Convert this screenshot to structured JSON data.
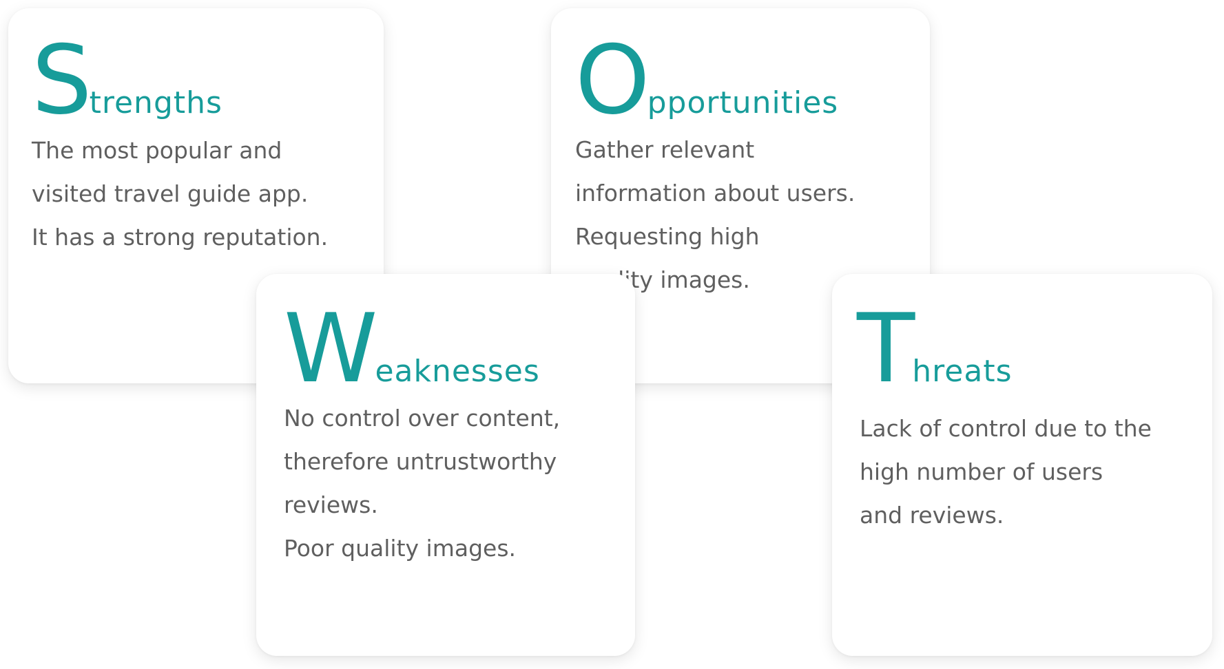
{
  "swot": {
    "strengths": {
      "initial": "S",
      "rest": "trengths",
      "lines": [
        "The most popular and",
        "visited travel guide app.",
        "It has a strong reputation."
      ]
    },
    "opportunities": {
      "initial": "O",
      "rest": "pportunities",
      "lines": [
        "Gather relevant",
        "information about users.",
        "Requesting high",
        "quality images."
      ]
    },
    "weaknesses": {
      "initial": "W",
      "rest": "eaknesses",
      "lines": [
        "No control over content,",
        "therefore untrustworthy",
        "reviews.",
        "Poor quality images."
      ]
    },
    "threats": {
      "initial": "T",
      "rest": "hreats",
      "lines": [
        "Lack of control due to the",
        "high number of users",
        "and reviews."
      ]
    }
  },
  "colors": {
    "accent": "#179c9a",
    "body_text": "#5f5f5f",
    "card_background": "#ffffff"
  }
}
